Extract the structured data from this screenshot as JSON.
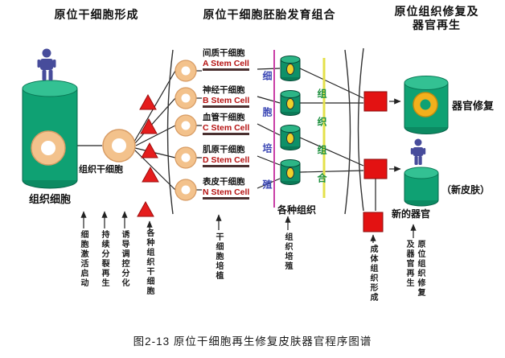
{
  "title_headers": {
    "left": "原位干细胞形成",
    "middle": "原位干细胞胚胎发育组合",
    "right_line1": "原位组织修复及",
    "right_line2": "器官再生"
  },
  "left_section": {
    "tissue_cells": "组织细胞",
    "tissue_stem_cells": "组织干细胞",
    "process_steps": [
      "细胞激活启动",
      "持续分裂再生",
      "诱导调控分化",
      "各种组织干细胞"
    ]
  },
  "middle_section": {
    "stem_cells": [
      {
        "cn": "间质干细胞",
        "en": "A Stem Cell"
      },
      {
        "cn": "神经干细胞",
        "en": "B Stem Cell"
      },
      {
        "cn": "血管干细胞",
        "en": "C Stem Cell"
      },
      {
        "cn": "肌原干细胞",
        "en": "D Stem Cell"
      },
      {
        "cn": "表皮干细胞",
        "en": "N Stem Cell"
      }
    ],
    "vertical_left": "细胞培殖",
    "vertical_right": "组织组合",
    "tissues": "各种组织",
    "process_steps": [
      "干细胞培植",
      "组织培殖"
    ]
  },
  "right_section": {
    "organ_repair": "器官修复",
    "new_skin": "（新皮肤）",
    "new_organ": "新的器官",
    "process_left": "成体组织形成",
    "process_right_col_a": "及器官再生",
    "process_right_col_b": "原位组织修复"
  },
  "caption": "图2-13 原位干细胞再生修复皮肤器官程序图谱",
  "colors": {
    "cylinder_green": "#0fa173",
    "cylinder_green_light": "#33c193",
    "donut_ring": "#f3c28c",
    "triangle_red": "#e51d1d",
    "square_red": "#e31212",
    "stem_label_red": "#b51212",
    "magenta_line": "#c93fa6",
    "yellow_line": "#e4e04a",
    "person_blue": "#474c9b",
    "organ_ring_yellow": "#f2b01c"
  }
}
